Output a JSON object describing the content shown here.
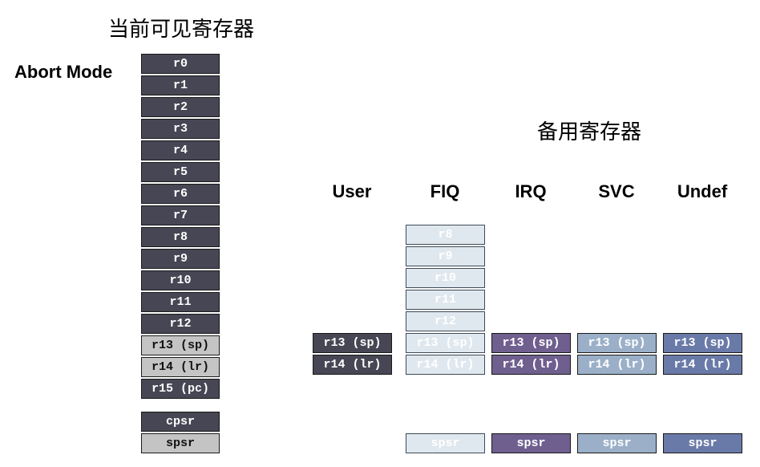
{
  "titles": {
    "current": "当前可见寄存器",
    "banked": "备用寄存器"
  },
  "mode_label": "Abort Mode",
  "current_registers": [
    {
      "label": "r0",
      "style": "dark"
    },
    {
      "label": "r1",
      "style": "dark"
    },
    {
      "label": "r2",
      "style": "dark"
    },
    {
      "label": "r3",
      "style": "dark"
    },
    {
      "label": "r4",
      "style": "dark"
    },
    {
      "label": "r5",
      "style": "dark"
    },
    {
      "label": "r6",
      "style": "dark"
    },
    {
      "label": "r7",
      "style": "dark"
    },
    {
      "label": "r8",
      "style": "dark"
    },
    {
      "label": "r9",
      "style": "dark"
    },
    {
      "label": "r10",
      "style": "dark"
    },
    {
      "label": "r11",
      "style": "dark"
    },
    {
      "label": "r12",
      "style": "dark"
    },
    {
      "label": "r13 (sp)",
      "style": "gray"
    },
    {
      "label": "r14 (lr)",
      "style": "gray"
    },
    {
      "label": "r15 (pc)",
      "style": "dark"
    }
  ],
  "current_status": [
    {
      "label": "cpsr",
      "style": "dark"
    },
    {
      "label": "spsr",
      "style": "gray"
    }
  ],
  "banked_modes": [
    {
      "name": "User",
      "style": "dark",
      "registers": [
        "r13 (sp)",
        "r14 (lr)"
      ],
      "spsr": ""
    },
    {
      "name": "FIQ",
      "style": "fiq",
      "registers": [
        "r8",
        "r9",
        "r10",
        "r11",
        "r12",
        "r13 (sp)",
        "r14 (lr)"
      ],
      "spsr": "spsr"
    },
    {
      "name": "IRQ",
      "style": "irq",
      "registers": [
        "r13 (sp)",
        "r14 (lr)"
      ],
      "spsr": "spsr"
    },
    {
      "name": "SVC",
      "style": "svc",
      "registers": [
        "r13 (sp)",
        "r14 (lr)"
      ],
      "spsr": "spsr"
    },
    {
      "name": "Undef",
      "style": "und",
      "registers": [
        "r13 (sp)",
        "r14 (lr)"
      ],
      "spsr": "spsr"
    }
  ]
}
